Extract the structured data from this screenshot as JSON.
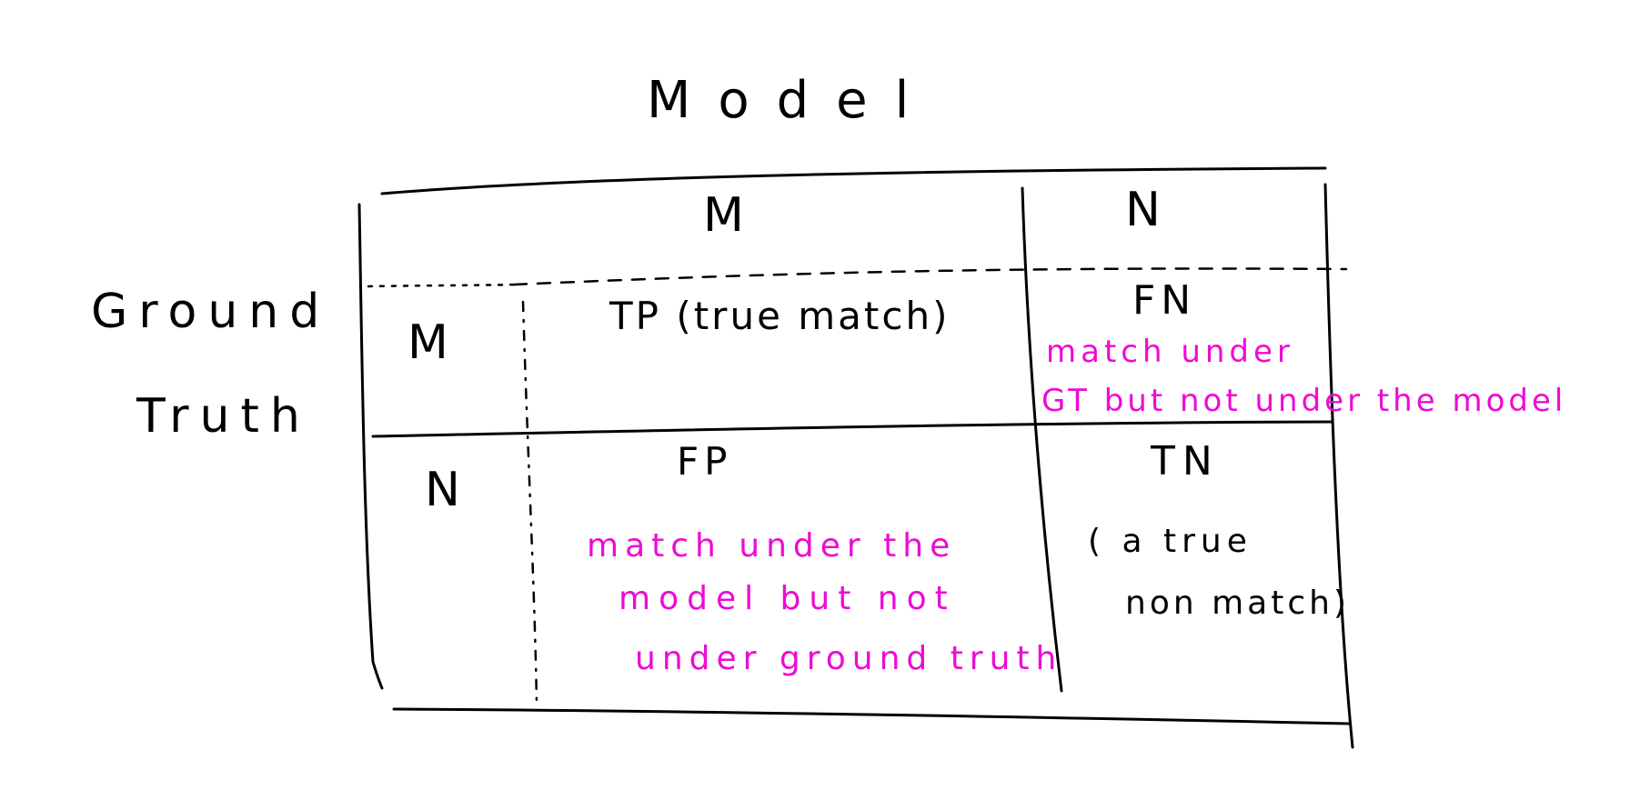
{
  "colors": {
    "ink": "#000000",
    "annotation": "#ee0ad4"
  },
  "axis_titles": {
    "model": "Model",
    "ground_truth_line1": "Ground",
    "ground_truth_line2": "Truth"
  },
  "column_headers": {
    "match": "M",
    "non_match": "N"
  },
  "row_headers": {
    "match": "M",
    "non_match": "N"
  },
  "cells": {
    "tp": {
      "label": "TP (true match)"
    },
    "fn": {
      "label": "FN",
      "note_line1": "match under",
      "note_line2": "GT but not under the model"
    },
    "fp": {
      "label": "FP",
      "note_line1": "match under the",
      "note_line2": "model but not",
      "note_line3": "under ground truth"
    },
    "tn": {
      "label": "TN",
      "note_line1": "( a true",
      "note_line2": "non match)"
    }
  }
}
